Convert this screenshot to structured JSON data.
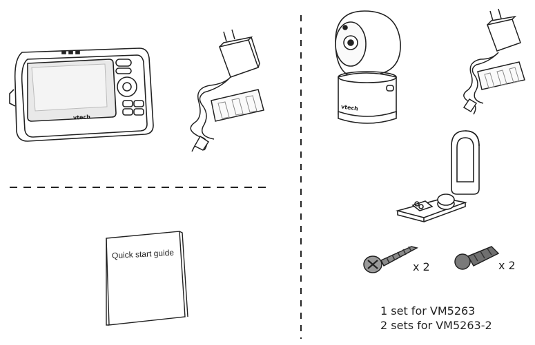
{
  "parent_unit": {
    "brand": "vtech"
  },
  "camera": {
    "brand": "vtech"
  },
  "quick_start_guide": {
    "title": "Quick start  guide"
  },
  "screw": {
    "quantity": "x 2"
  },
  "wall_anchor": {
    "quantity": "x 2"
  },
  "set_notes": {
    "line1": "1 set for VM5263",
    "line2": "2 sets for VM5263-2"
  }
}
